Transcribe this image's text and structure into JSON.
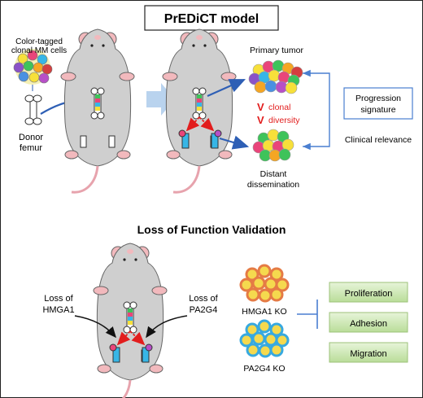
{
  "title": "PrEDiCT model",
  "labels": {
    "cells": [
      "Color-tagged",
      "clonal MM cells"
    ],
    "donor": [
      "Donor",
      "femur"
    ],
    "primary_tumor": "Primary tumor",
    "clonal_diversity": [
      "clonal",
      "diversity"
    ],
    "distant": [
      "Distant",
      "dissemination"
    ],
    "progression": [
      "Progression",
      "signature"
    ],
    "clinical": "Clinical relevance"
  },
  "section2_title": "Loss of Function Validation",
  "lof": {
    "loss_hmga1": [
      "Loss of",
      "HMGA1"
    ],
    "loss_pa2g4": [
      "Loss of",
      "PA2G4"
    ],
    "hmga1_ko": "HMGA1 KO",
    "pa2g4_ko": "PA2G4 KO",
    "outcomes": [
      "Proliferation",
      "Adhesion",
      "Migration"
    ]
  },
  "colors": {
    "arrow_blue": "#2e5fb5",
    "red": "#e21d1d",
    "outcome_green": "#cfe8b8",
    "mouse_gray": "#cfcfcf",
    "mouse_pink": "#f2b9bd"
  }
}
